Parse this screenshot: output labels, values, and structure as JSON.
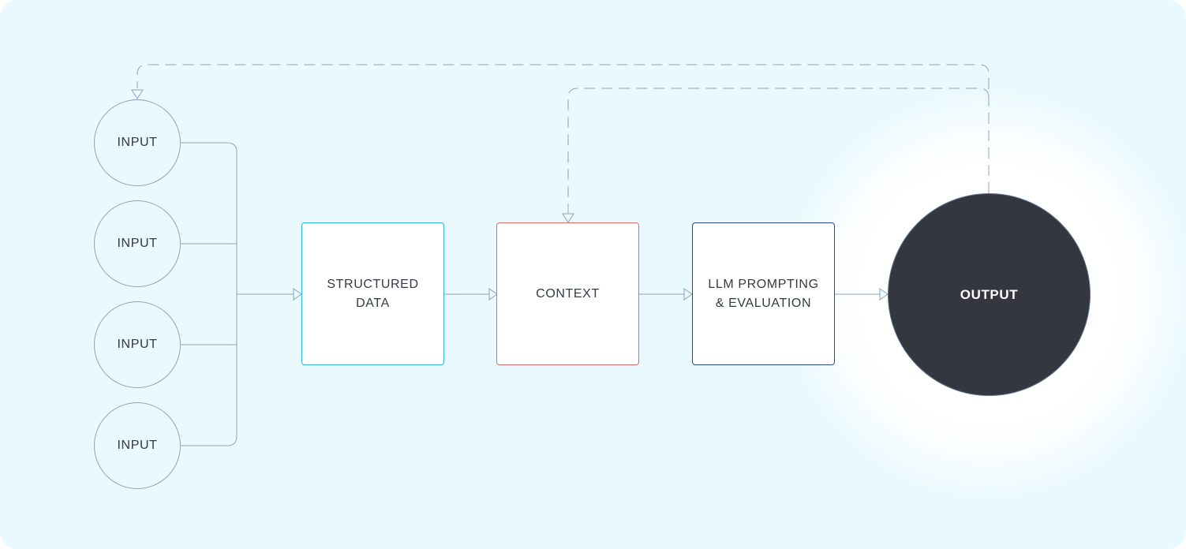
{
  "inputs": [
    {
      "label": "INPUT"
    },
    {
      "label": "INPUT"
    },
    {
      "label": "INPUT"
    },
    {
      "label": "INPUT"
    }
  ],
  "boxes": {
    "structured_data": {
      "label": "STRUCTURED\nDATA",
      "border_color": "#2fb3d6"
    },
    "context": {
      "label": "CONTEXT",
      "border_color": "#e06a6a"
    },
    "llm": {
      "label": "LLM PROMPTING\n& EVALUATION",
      "border_color": "#2a469e"
    }
  },
  "output": {
    "label": "OUTPUT",
    "fill_color": "#343740"
  },
  "colors": {
    "background": "#e9f9fe",
    "connector": "#8ea4b8"
  }
}
